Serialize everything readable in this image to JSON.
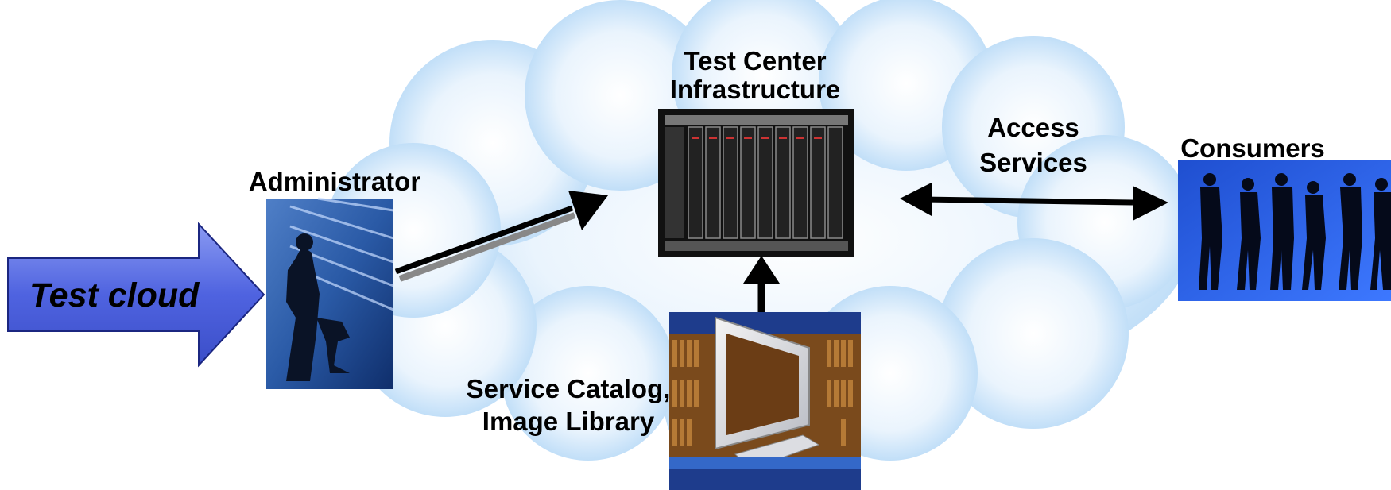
{
  "diagram": {
    "start_arrow": {
      "label": "Test cloud",
      "fill": "#5a6ee6"
    },
    "cloud": {
      "fill": "#a9d2f5"
    },
    "administrator": {
      "label": "Administrator"
    },
    "infrastructure": {
      "label_line1": "Test Center",
      "label_line2": "Infrastructure"
    },
    "access": {
      "label_line1": "Access",
      "label_line2": "Services"
    },
    "consumers": {
      "label": "Consumers"
    },
    "catalog": {
      "label_line1": "Service Catalog,",
      "label_line2": "Image Library"
    },
    "icons": [
      "administrator-photo",
      "server-rack-photo",
      "computer-library-photo",
      "business-people-photo"
    ]
  }
}
